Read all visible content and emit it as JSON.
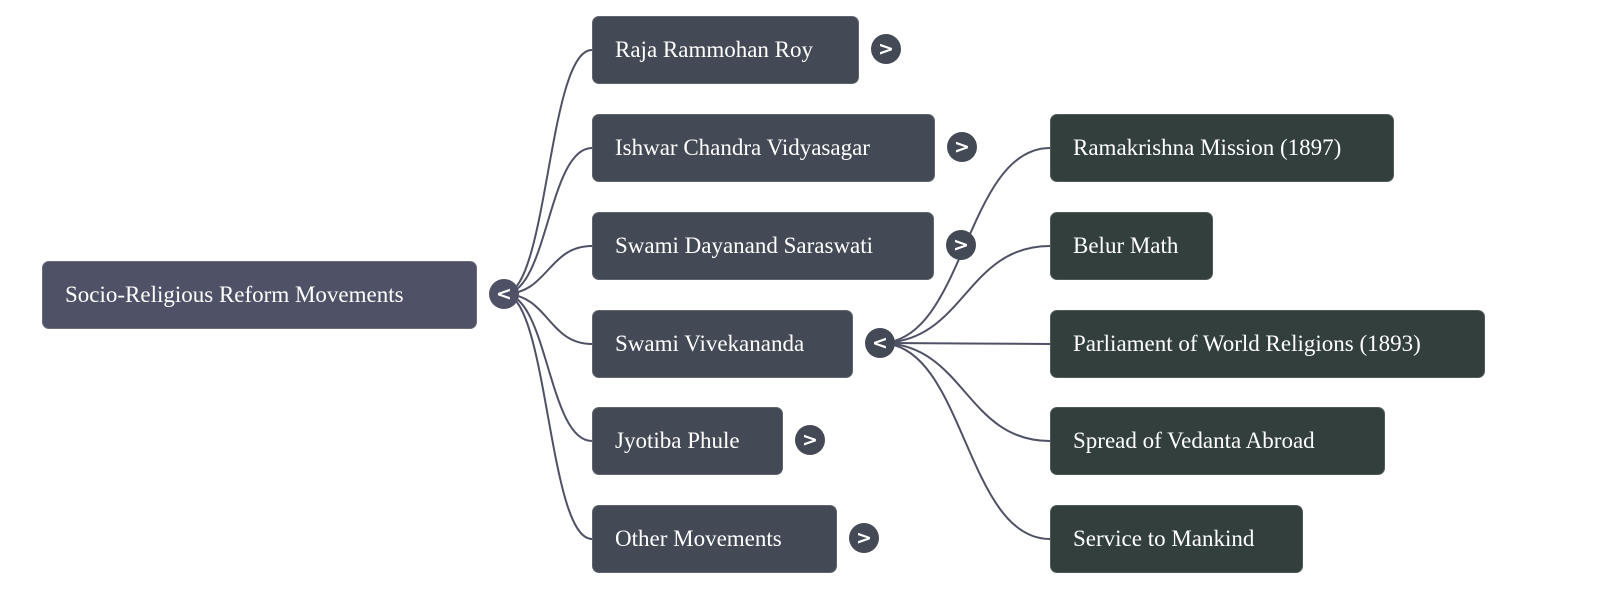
{
  "mindmap": {
    "root": {
      "label": "Socio-Religious Reform Movements",
      "toggle": "<",
      "expanded": true
    },
    "children": [
      {
        "label": "Raja Rammohan Roy",
        "toggle": ">",
        "expanded": false
      },
      {
        "label": "Ishwar Chandra Vidyasagar",
        "toggle": ">",
        "expanded": false
      },
      {
        "label": "Swami Dayanand Saraswati",
        "toggle": ">",
        "expanded": false
      },
      {
        "label": "Swami Vivekananda",
        "toggle": "<",
        "expanded": true,
        "children": [
          {
            "label": "Ramakrishna Mission (1897)"
          },
          {
            "label": "Belur Math"
          },
          {
            "label": "Parliament of World Religions (1893)"
          },
          {
            "label": "Spread of Vedanta Abroad"
          },
          {
            "label": "Service to Mankind"
          }
        ]
      },
      {
        "label": "Jyotiba Phule",
        "toggle": ">",
        "expanded": false
      },
      {
        "label": "Other Movements",
        "toggle": ">",
        "expanded": false
      }
    ]
  },
  "colors": {
    "root_node": "#4f5166",
    "level1_node": "#434a55",
    "level2_node": "#323f3d",
    "link": "#4f5166",
    "text": "#ffffff"
  }
}
